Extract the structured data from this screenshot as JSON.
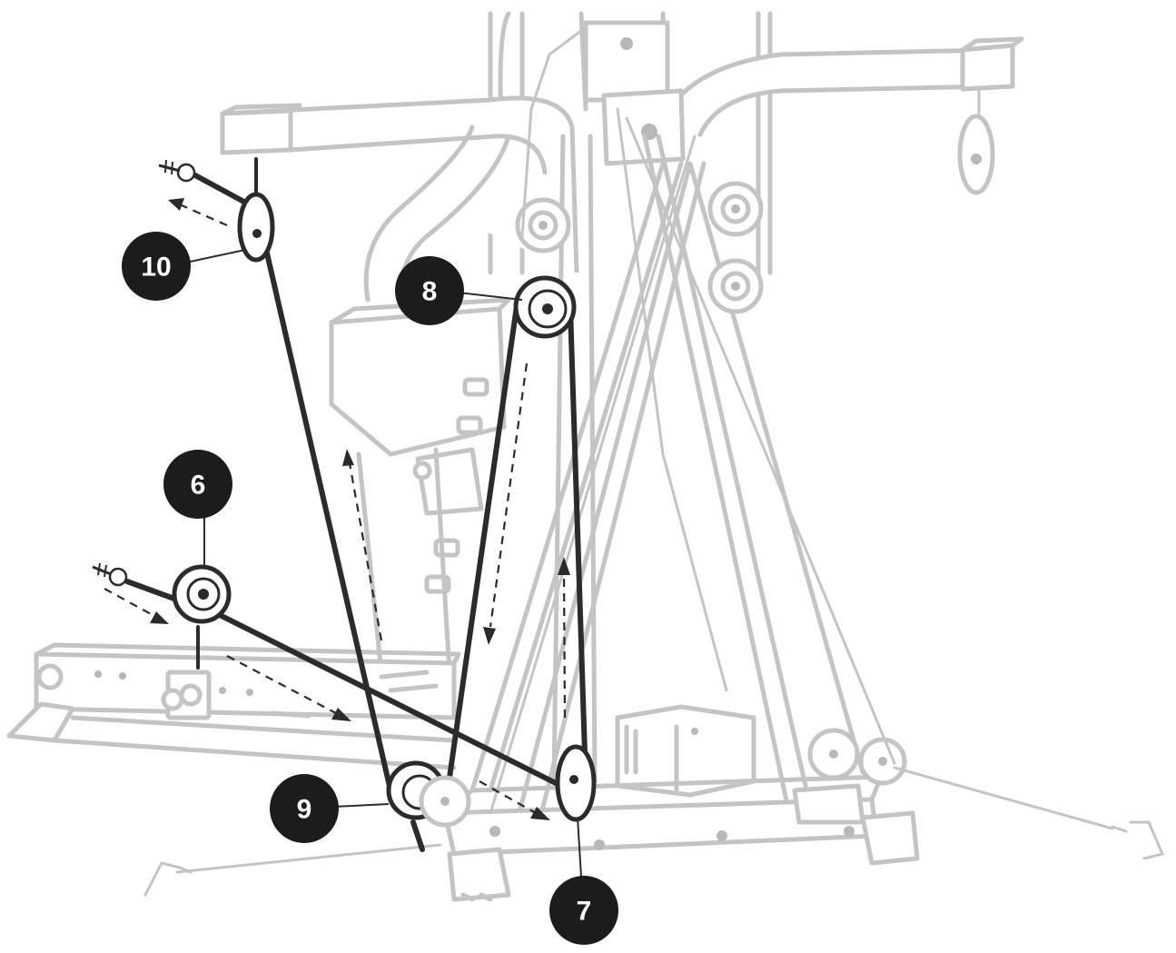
{
  "callouts": [
    {
      "id": "callout-10",
      "label": "10"
    },
    {
      "id": "callout-8",
      "label": "8"
    },
    {
      "id": "callout-6",
      "label": "6"
    },
    {
      "id": "callout-9",
      "label": "9"
    },
    {
      "id": "callout-7",
      "label": "7"
    }
  ],
  "colors": {
    "cable": "#2b2b2b",
    "frame_ghost": "#c4c4c4",
    "callout_fill": "#1c1c1c",
    "callout_text": "#ffffff"
  }
}
